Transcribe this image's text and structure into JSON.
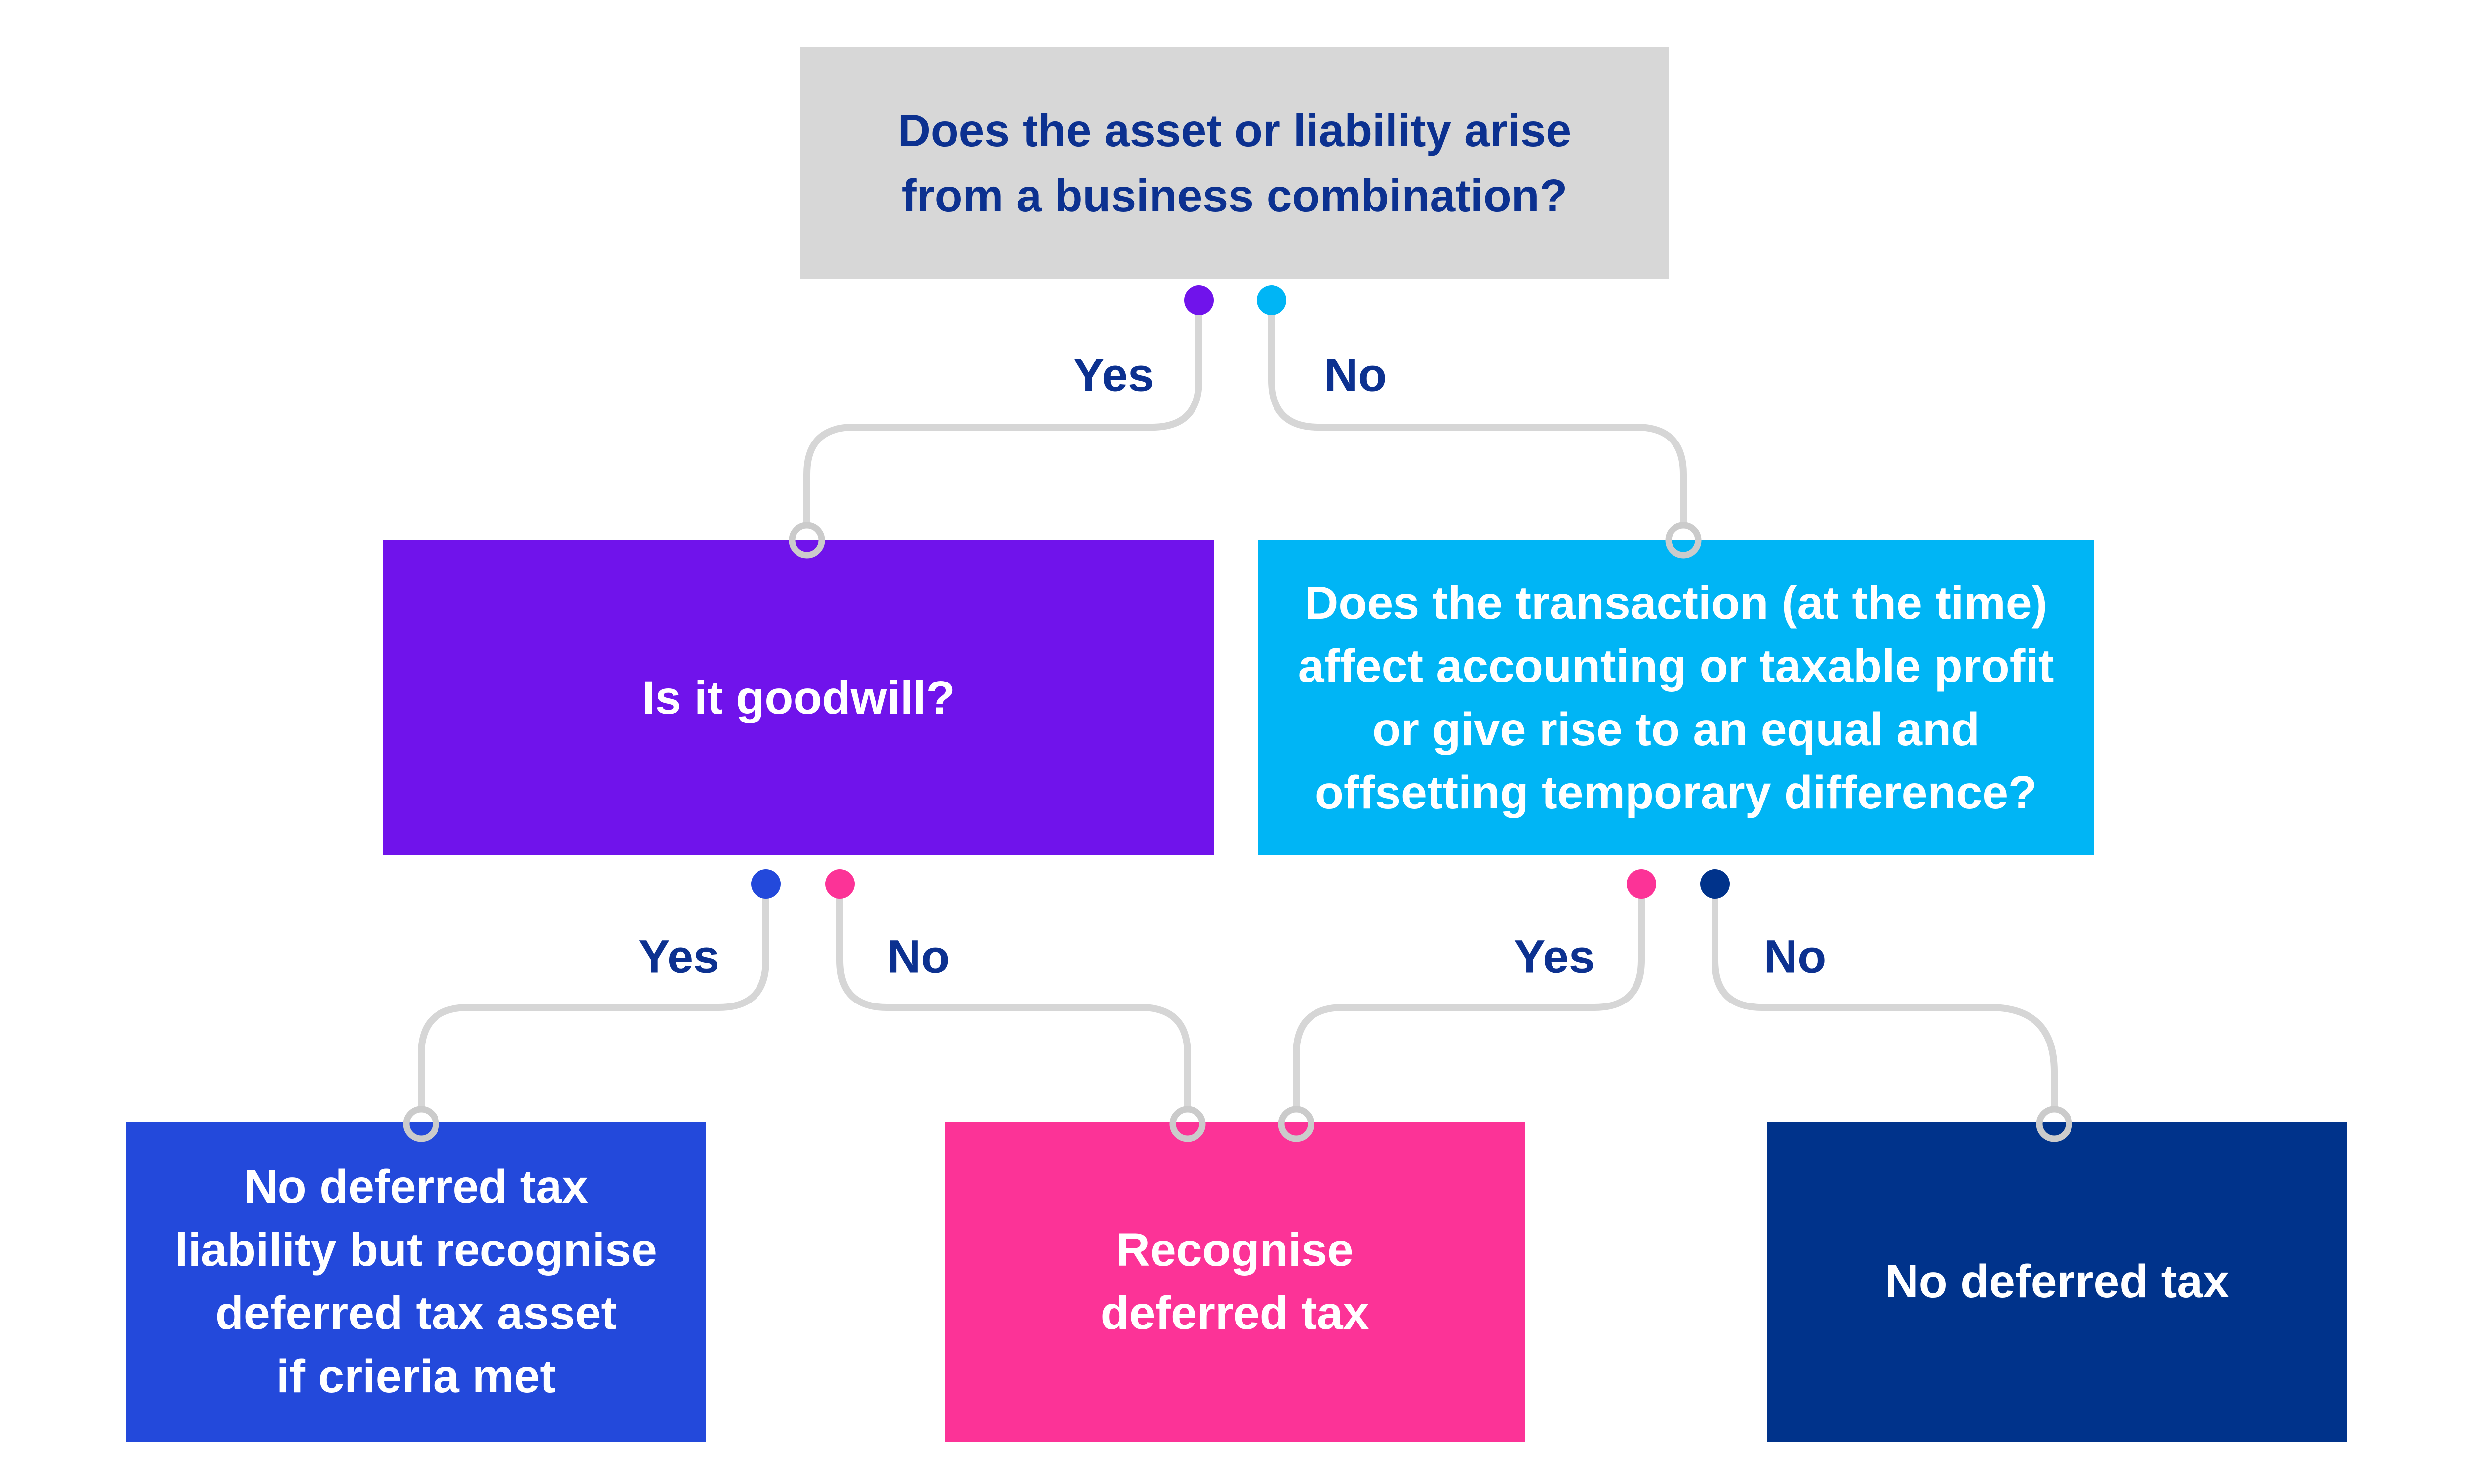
{
  "palette": {
    "purple": "#7013EB",
    "cyan": "#00B5F5",
    "blue": "#2349DB",
    "pink": "#FC3397",
    "navy": "#00338B",
    "box_gray": "#D7D7D7",
    "text_navy": "#0C3190",
    "line_gray": "#D6D6D6",
    "ring_gray": "#CBCBCB",
    "white": "#FFFFFF"
  },
  "nodes": {
    "root": {
      "lines": [
        "Does the asset or liability arise",
        "from a business combination?"
      ]
    },
    "goodwill": {
      "lines": [
        "Is it goodwill?"
      ]
    },
    "transaction": {
      "lines": [
        "Does the transaction (at the time)",
        "affect accounting or taxable profit",
        "or give rise to an equal and",
        "offsetting temporary difference?"
      ]
    },
    "no_dtl": {
      "lines": [
        "No deferred tax",
        "liability but recognise",
        "deferred tax asset",
        "if crieria met"
      ]
    },
    "recognise": {
      "lines": [
        "Recognise",
        "deferred tax"
      ]
    },
    "no_dt": {
      "lines": [
        "No deferred tax"
      ]
    }
  },
  "branch_labels": {
    "root_yes": "Yes",
    "root_no": "No",
    "goodwill_yes": "Yes",
    "goodwill_no": "No",
    "transaction_yes": "Yes",
    "transaction_no": "No"
  }
}
